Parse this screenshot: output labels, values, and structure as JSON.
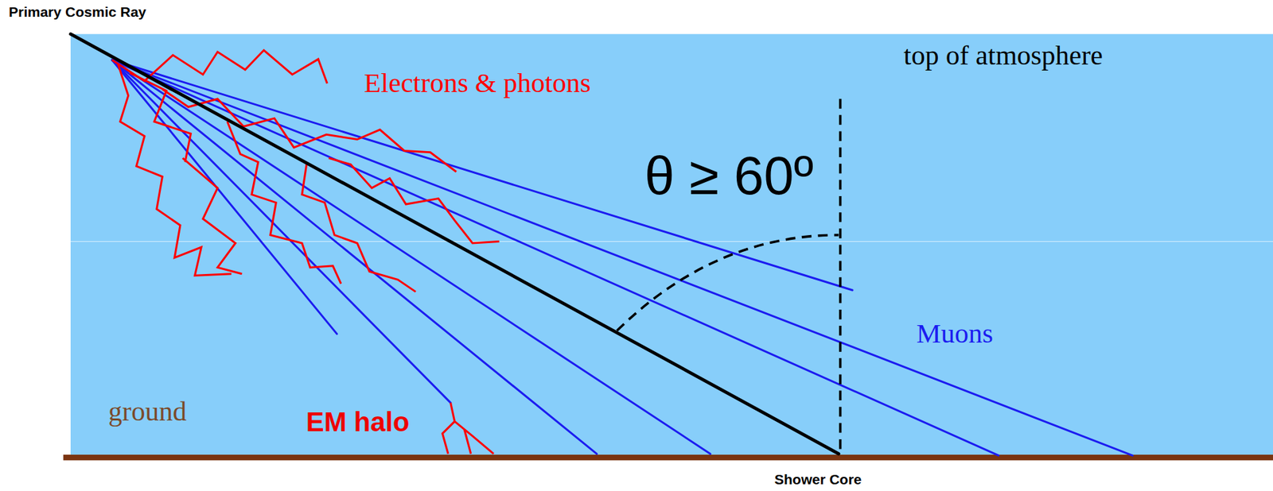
{
  "diagram": {
    "labels": [
      "Primary Cosmic Ray",
      "top of atmosphere",
      "Electrons & photons",
      "θ ≥ 60º",
      "Muons",
      "ground",
      "EM halo",
      "Shower Core"
    ]
  }
}
